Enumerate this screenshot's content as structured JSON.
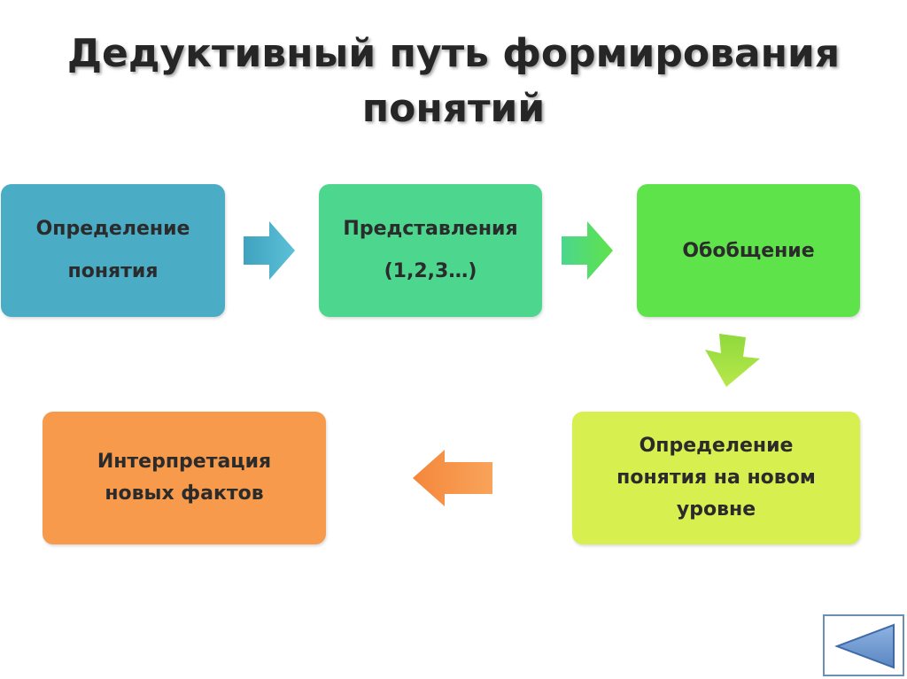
{
  "slide": {
    "title_lines": [
      "Дедуктивный путь формирования",
      "понятий"
    ]
  },
  "boxes": {
    "definition": {
      "lines": [
        "Определение",
        "понятия"
      ],
      "color": "#4bacc6"
    },
    "representations": {
      "lines": [
        "Представления",
        "(1,2,3…)"
      ],
      "color": "#4cd68e"
    },
    "generalization": {
      "lines": [
        "Обобщение"
      ],
      "color": "#5ee34a"
    },
    "new_level": {
      "lines": [
        "Определение",
        "понятия на новом",
        "уровне"
      ],
      "color": "#d7ef4f"
    },
    "interpretation": {
      "lines": [
        "Интерпретация",
        "новых фактов"
      ],
      "color": "#f79a4b"
    }
  },
  "arrows": {
    "a1_color": "#4bacc6",
    "a2_color": "#5ee34a",
    "a3_color": "#9bde3f",
    "a4_color": "#f79a4b"
  },
  "nav": {
    "icon": "triangle-left-icon",
    "color": "#4f81bd"
  }
}
